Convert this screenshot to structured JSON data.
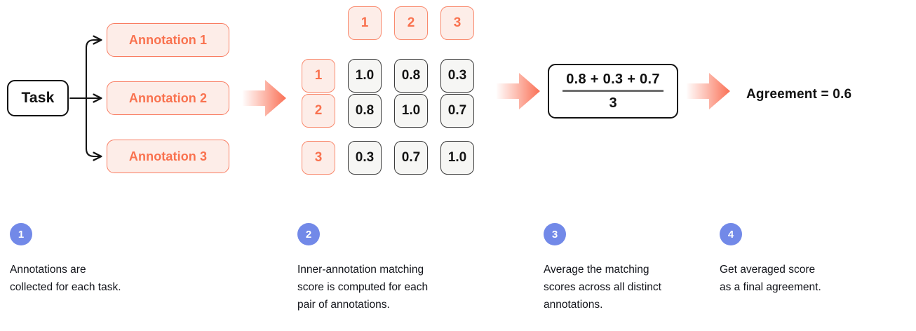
{
  "diagram": {
    "task": {
      "label": "Task"
    },
    "annotations": [
      {
        "label": "Annotation 1"
      },
      {
        "label": "Annotation 2"
      },
      {
        "label": "Annotation 3"
      }
    ],
    "matrix": {
      "column_headers": [
        "1",
        "2",
        "3"
      ],
      "row_headers": [
        "1",
        "2",
        "3"
      ],
      "values": [
        [
          "1.0",
          "0.8",
          "0.3"
        ],
        [
          "0.8",
          "1.0",
          "0.7"
        ],
        [
          "0.3",
          "0.7",
          "1.0"
        ]
      ]
    },
    "formula": {
      "numerator": "0.8 + 0.3 + 0.7",
      "denominator": "3"
    },
    "result": {
      "label": "Agreement = 0.6"
    },
    "arrows": [
      {
        "name": "arrow-task-to-matrix"
      },
      {
        "name": "arrow-matrix-to-formula"
      },
      {
        "name": "arrow-formula-to-result"
      }
    ]
  },
  "steps": [
    {
      "number": "1",
      "text": "Annotations are\ncollected for each task."
    },
    {
      "number": "2",
      "text": "Inner-annotation matching\nscore is computed for each\npair of annotations."
    },
    {
      "number": "3",
      "text": "Average the matching\nscores across all distinct\nannotations."
    },
    {
      "number": "4",
      "text": "Get averaged score\nas a final agreement."
    }
  ],
  "colors": {
    "coral": "#FA7055",
    "coral_text": "#F9724F",
    "coral_fill": "#FDEDE8",
    "blue": "#7289E8",
    "ink": "#101010",
    "cell_fill": "#F6F6F4",
    "cell_border": "#3C3C3C"
  }
}
